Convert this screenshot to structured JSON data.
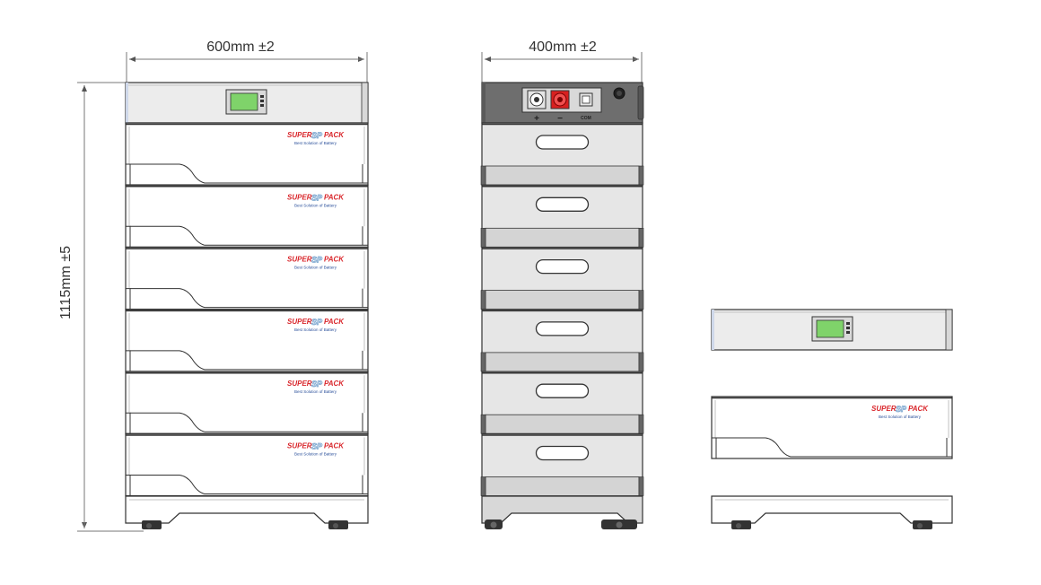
{
  "dimensions": {
    "front_width": "600mm ±2",
    "side_width": "400mm ±2",
    "height": "1115mm ±5"
  },
  "branding": {
    "brand_left": "SUPER",
    "brand_mid": "SP",
    "brand_right": "PACK",
    "tagline": "Best Solution of Battery"
  },
  "terminals": {
    "positive": "+",
    "negative": "−",
    "comm": "COM"
  },
  "front_view": {
    "module_count": 6
  },
  "side_view": {
    "module_count": 6
  },
  "colors": {
    "outline": "#333333",
    "panel_fill": "#e6e6e6",
    "top_fill": "#ececec",
    "side_top_fill": "#6e6e6e",
    "display_fill": "#7fd36a",
    "brand_red": "#d9262b",
    "brand_blue": "#2a4f9a",
    "terminal_red": "#d82020"
  }
}
